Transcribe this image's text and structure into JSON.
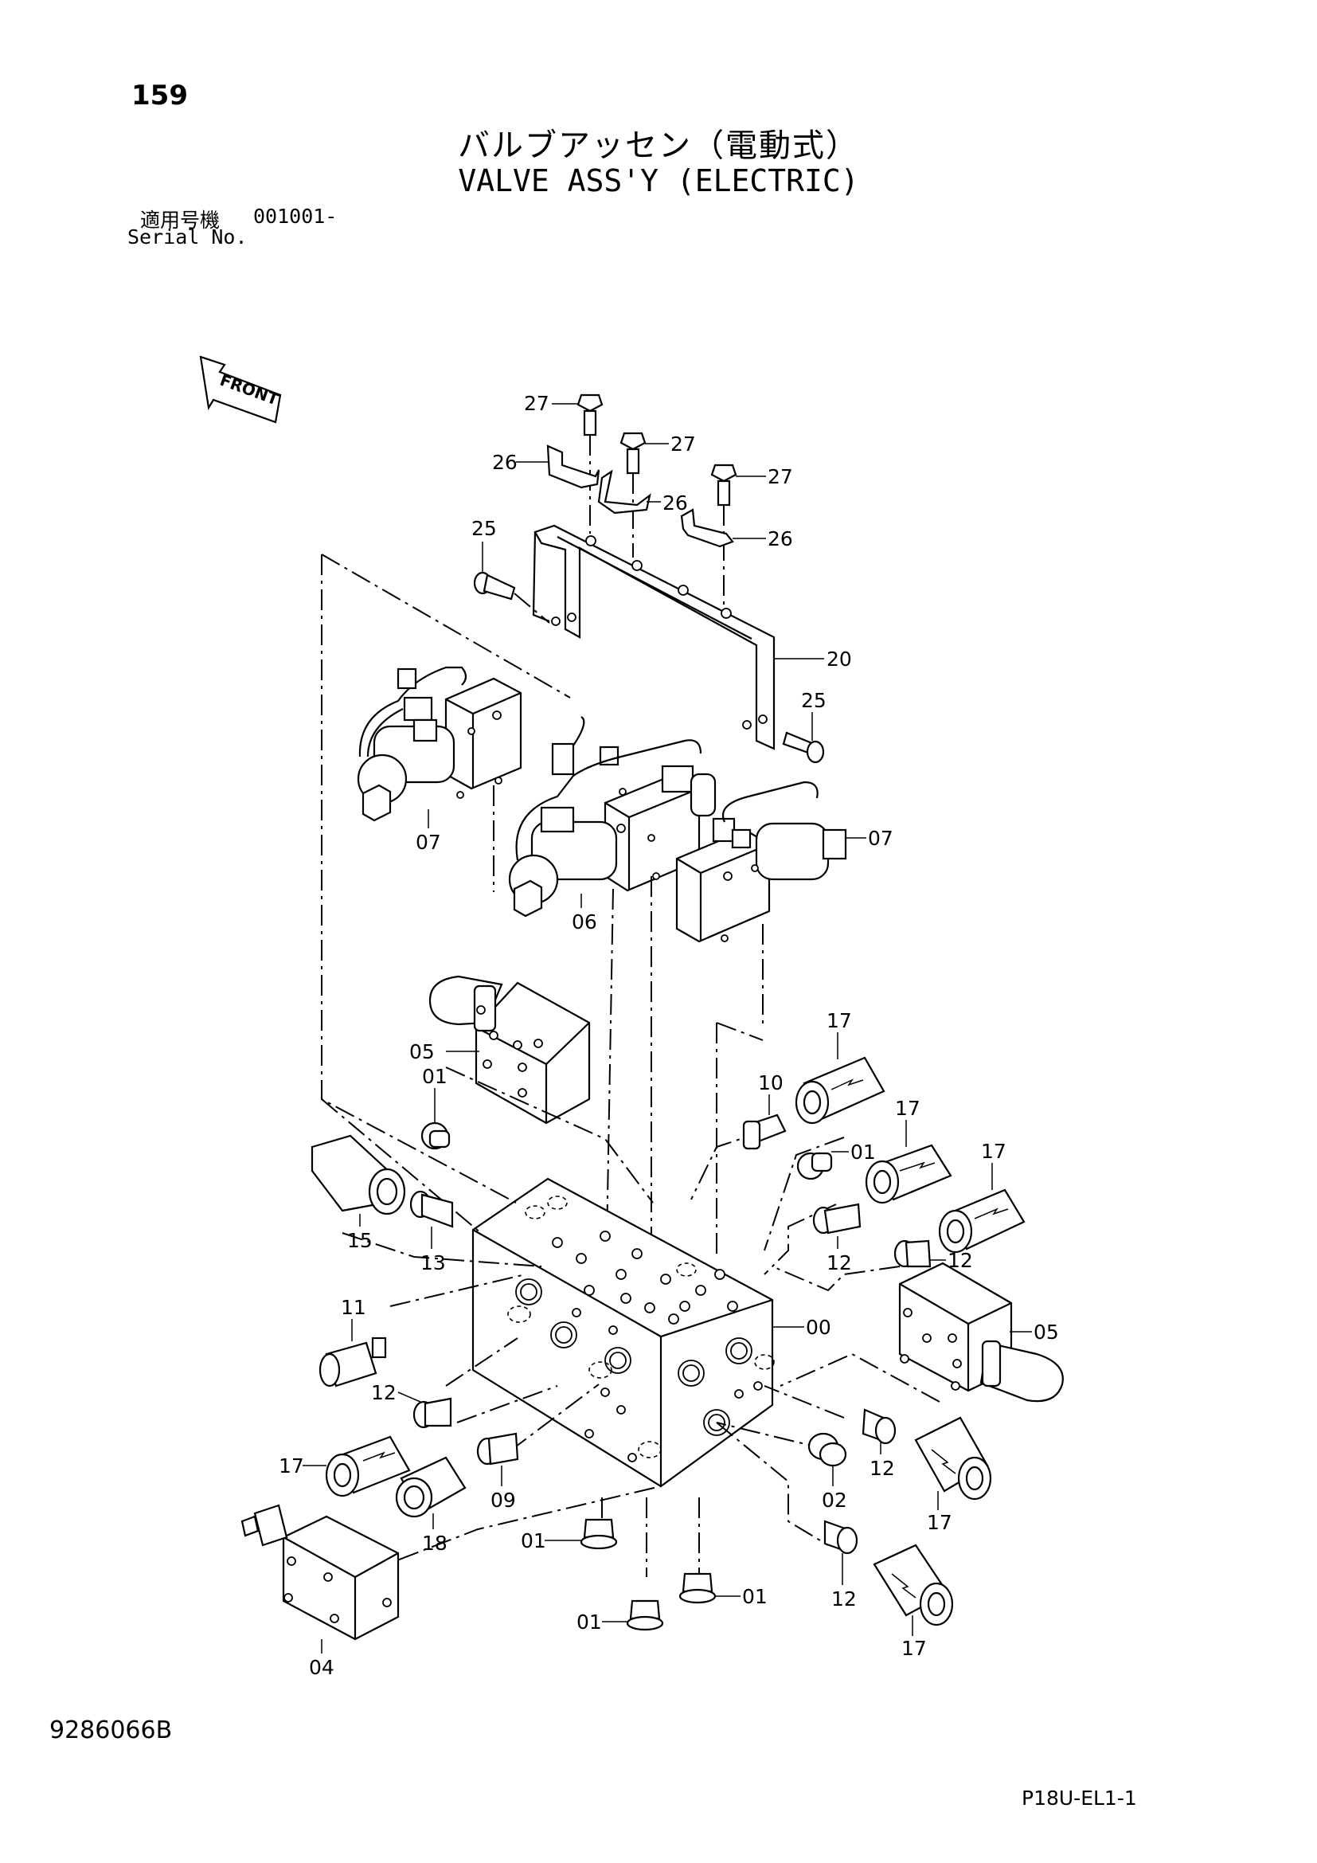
{
  "header": {
    "page_number": "159",
    "title_jp": "バルブアッセン（電動式）",
    "title_en": "VALVE ASS'Y (ELECTRIC)",
    "serial_label_jp": "適用号機",
    "serial_value": "001001-",
    "serial_label_en": "Serial No."
  },
  "diagram": {
    "front_label": "FRONT",
    "labels": {
      "p27a": "27",
      "p27b": "27",
      "p27c": "27",
      "p26a": "26",
      "p26b": "26",
      "p26c": "26",
      "p25a": "25",
      "p25b": "25",
      "p20": "20",
      "p07a": "07",
      "p07b": "07",
      "p06": "06",
      "p05a": "05",
      "p05b": "05",
      "p17a": "17",
      "p17b": "17",
      "p17c": "17",
      "p17d": "17",
      "p17e": "17",
      "p17f": "17",
      "p10": "10",
      "p01a": "01",
      "p01b": "01",
      "p01c": "01",
      "p01d": "01",
      "p01e": "01",
      "p15": "15",
      "p13": "13",
      "p12a": "12",
      "p12b": "12",
      "p12c": "12",
      "p12d": "12",
      "p12e": "12",
      "p00": "00",
      "p11": "11",
      "p09": "09",
      "p18": "18",
      "p02": "02",
      "p04": "04"
    }
  },
  "footer": {
    "doc_code": "9286066B",
    "page_code": "P18U-EL1-1"
  }
}
